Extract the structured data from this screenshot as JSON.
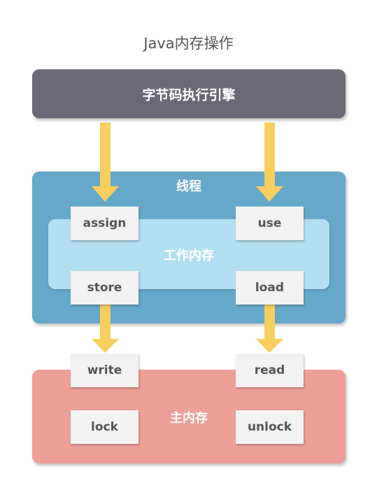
{
  "title": "Java内存操作",
  "engine_label": "字节码执行引擎",
  "thread_label": "线程",
  "working_memory_label": "工作内存",
  "main_memory_label": "主内存",
  "operations": {
    "assign": "assign",
    "use": "use",
    "store": "store",
    "load": "load",
    "write": "write",
    "read": "read",
    "lock": "lock",
    "unlock": "unlock"
  },
  "colors": {
    "engine": "#6b6975",
    "thread": "#66a8c9",
    "working_memory": "#b2e0f2",
    "main_memory": "#ee9f97",
    "operation_box": "#f2f2f2",
    "arrow": "#f7cf5e"
  }
}
